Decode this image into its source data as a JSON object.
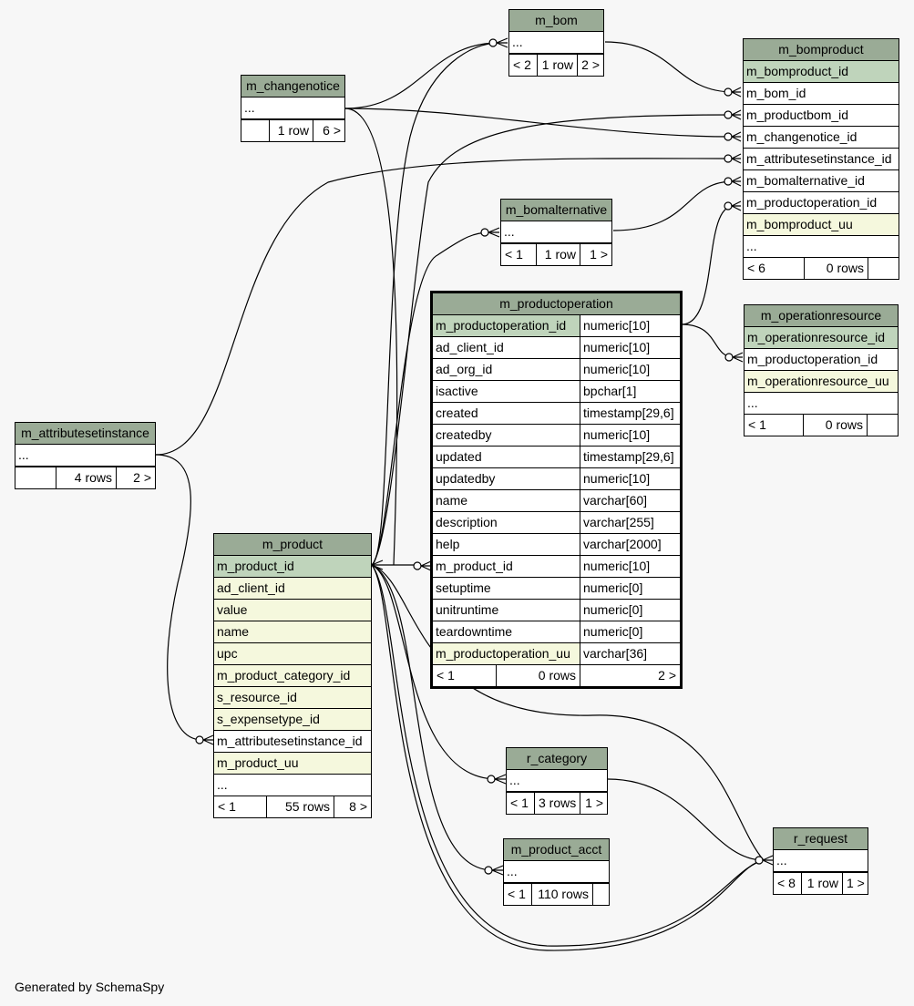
{
  "footer_text": "Generated by SchemaSpy",
  "colors": {
    "header": "#9aab96",
    "primary_key": "#bfd4bb",
    "indexed": "#f5f8dd",
    "background": "#f7f7f7"
  },
  "tables": {
    "m_bom": {
      "name": "m_bom",
      "rows": [
        {
          "label": "...",
          "kind": "plain"
        }
      ],
      "footer": [
        "< 2",
        "1 row",
        "2 >"
      ]
    },
    "m_changenotice": {
      "name": "m_changenotice",
      "rows": [
        {
          "label": "...",
          "kind": "plain"
        }
      ],
      "footer": [
        "",
        "1 row",
        "6 >"
      ]
    },
    "m_bomalternative": {
      "name": "m_bomalternative",
      "rows": [
        {
          "label": "...",
          "kind": "plain"
        }
      ],
      "footer": [
        "< 1",
        "1 row",
        "1 >"
      ]
    },
    "m_bomproduct": {
      "name": "m_bomproduct",
      "rows": [
        {
          "label": "m_bomproduct_id",
          "kind": "pk"
        },
        {
          "label": "m_bom_id",
          "kind": "plain"
        },
        {
          "label": "m_productbom_id",
          "kind": "plain"
        },
        {
          "label": "m_changenotice_id",
          "kind": "plain"
        },
        {
          "label": "m_attributesetinstance_id",
          "kind": "plain"
        },
        {
          "label": "m_bomalternative_id",
          "kind": "plain"
        },
        {
          "label": "m_productoperation_id",
          "kind": "plain"
        },
        {
          "label": "m_bomproduct_uu",
          "kind": "idx"
        },
        {
          "label": "...",
          "kind": "plain"
        }
      ],
      "footer": [
        "< 6",
        "0 rows",
        ""
      ]
    },
    "m_operationresource": {
      "name": "m_operationresource",
      "rows": [
        {
          "label": "m_operationresource_id",
          "kind": "pk"
        },
        {
          "label": "m_productoperation_id",
          "kind": "plain"
        },
        {
          "label": "m_operationresource_uu",
          "kind": "idx"
        },
        {
          "label": "...",
          "kind": "plain"
        }
      ],
      "footer": [
        "< 1",
        "0 rows",
        ""
      ]
    },
    "m_productoperation": {
      "name": "m_productoperation",
      "rows": [
        {
          "label": "m_productoperation_id",
          "type": "numeric[10]",
          "kind": "pk"
        },
        {
          "label": "ad_client_id",
          "type": "numeric[10]",
          "kind": "plain"
        },
        {
          "label": "ad_org_id",
          "type": "numeric[10]",
          "kind": "plain"
        },
        {
          "label": "isactive",
          "type": "bpchar[1]",
          "kind": "plain"
        },
        {
          "label": "created",
          "type": "timestamp[29,6]",
          "kind": "plain"
        },
        {
          "label": "createdby",
          "type": "numeric[10]",
          "kind": "plain"
        },
        {
          "label": "updated",
          "type": "timestamp[29,6]",
          "kind": "plain"
        },
        {
          "label": "updatedby",
          "type": "numeric[10]",
          "kind": "plain"
        },
        {
          "label": "name",
          "type": "varchar[60]",
          "kind": "plain"
        },
        {
          "label": "description",
          "type": "varchar[255]",
          "kind": "plain"
        },
        {
          "label": "help",
          "type": "varchar[2000]",
          "kind": "plain"
        },
        {
          "label": "m_product_id",
          "type": "numeric[10]",
          "kind": "plain"
        },
        {
          "label": "setuptime",
          "type": "numeric[0]",
          "kind": "plain"
        },
        {
          "label": "unitruntime",
          "type": "numeric[0]",
          "kind": "plain"
        },
        {
          "label": "teardowntime",
          "type": "numeric[0]",
          "kind": "plain"
        },
        {
          "label": "m_productoperation_uu",
          "type": "varchar[36]",
          "kind": "idx"
        }
      ],
      "footer": [
        "< 1",
        "0 rows",
        "2 >"
      ]
    },
    "m_attributesetinstance": {
      "name": "m_attributesetinstance",
      "rows": [
        {
          "label": "...",
          "kind": "plain"
        }
      ],
      "footer": [
        "",
        "4 rows",
        "2 >"
      ]
    },
    "m_product": {
      "name": "m_product",
      "rows": [
        {
          "label": "m_product_id",
          "kind": "pk"
        },
        {
          "label": "ad_client_id",
          "kind": "idx"
        },
        {
          "label": "value",
          "kind": "idx"
        },
        {
          "label": "name",
          "kind": "idx"
        },
        {
          "label": "upc",
          "kind": "idx"
        },
        {
          "label": "m_product_category_id",
          "kind": "idx"
        },
        {
          "label": "s_resource_id",
          "kind": "idx"
        },
        {
          "label": "s_expensetype_id",
          "kind": "idx"
        },
        {
          "label": "m_attributesetinstance_id",
          "kind": "plain"
        },
        {
          "label": "m_product_uu",
          "kind": "idx"
        },
        {
          "label": "...",
          "kind": "plain"
        }
      ],
      "footer": [
        "< 1",
        "55 rows",
        "8 >"
      ]
    },
    "r_category": {
      "name": "r_category",
      "rows": [
        {
          "label": "...",
          "kind": "plain"
        }
      ],
      "footer": [
        "< 1",
        "3 rows",
        "1 >"
      ]
    },
    "m_product_acct": {
      "name": "m_product_acct",
      "rows": [
        {
          "label": "...",
          "kind": "plain"
        }
      ],
      "footer": [
        "< 1",
        "110 rows",
        ""
      ]
    },
    "r_request": {
      "name": "r_request",
      "rows": [
        {
          "label": "...",
          "kind": "plain"
        }
      ],
      "footer": [
        "< 8",
        "1 row",
        "1 >"
      ]
    }
  }
}
